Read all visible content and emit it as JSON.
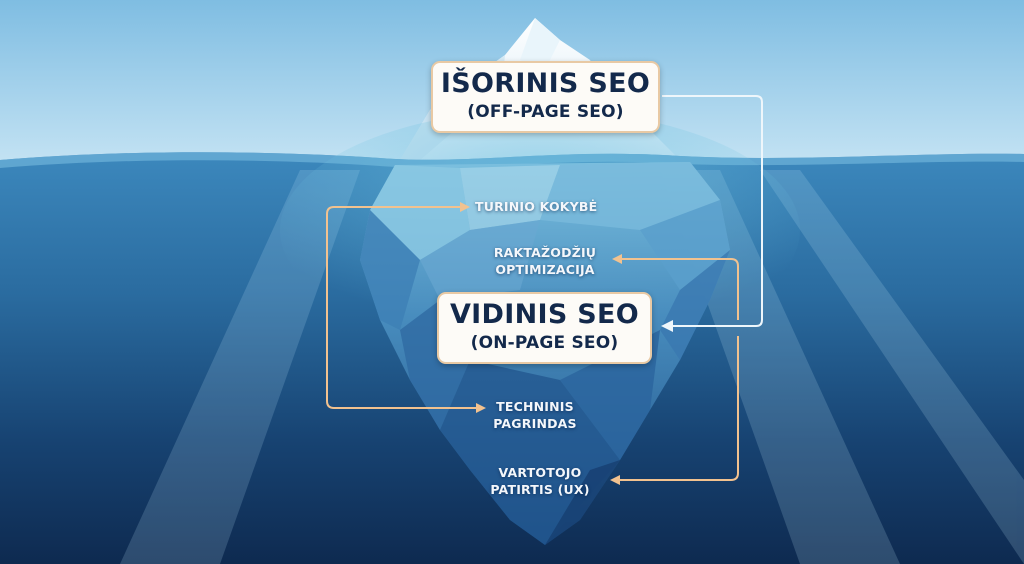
{
  "diagram": {
    "title": "SEO iceberg",
    "colors": {
      "sky_top": "#7fbde2",
      "sky_bottom": "#c2e2f3",
      "water_top": "#3f8cc0",
      "water_bottom": "#0f2a52",
      "box_fill": "#fdfbf7",
      "box_border": "#e8c9a4",
      "box_text": "#13294b",
      "label_text": "#f4f7fb",
      "arrow_orange": "#f2c28f",
      "arrow_white": "#e8f3fa"
    },
    "off_page": {
      "line1": "IŠORINIS SEO",
      "line2": "(OFF-PAGE SEO)"
    },
    "on_page": {
      "line1": "VIDINIS SEO",
      "line2": "(ON-PAGE SEO)"
    },
    "factors": [
      {
        "lines": [
          "TURINIO KOKYBĖ"
        ]
      },
      {
        "lines": [
          "RAKTAŽODŽIŲ",
          "OPTIMIZACIJA"
        ]
      },
      {
        "lines": [
          "TECHNINIS",
          "PAGRINDAS"
        ]
      },
      {
        "lines": [
          "VARTOTOJO",
          "PATIRTIS (UX)"
        ]
      }
    ],
    "connectors": [
      {
        "from": "off_page",
        "to": "on_page",
        "color": "white"
      },
      {
        "from": "left-bracket",
        "to": "TURINIO KOKYBĖ",
        "color": "orange"
      },
      {
        "from": "left-bracket",
        "to": "TECHNINIS PAGRINDAS",
        "color": "orange"
      },
      {
        "from": "right-bracket",
        "to": "RAKTAŽODŽIŲ OPTIMIZACIJA",
        "color": "orange"
      },
      {
        "from": "right-bracket",
        "to": "VARTOTOJO PATIRTIS (UX)",
        "color": "orange"
      }
    ]
  }
}
